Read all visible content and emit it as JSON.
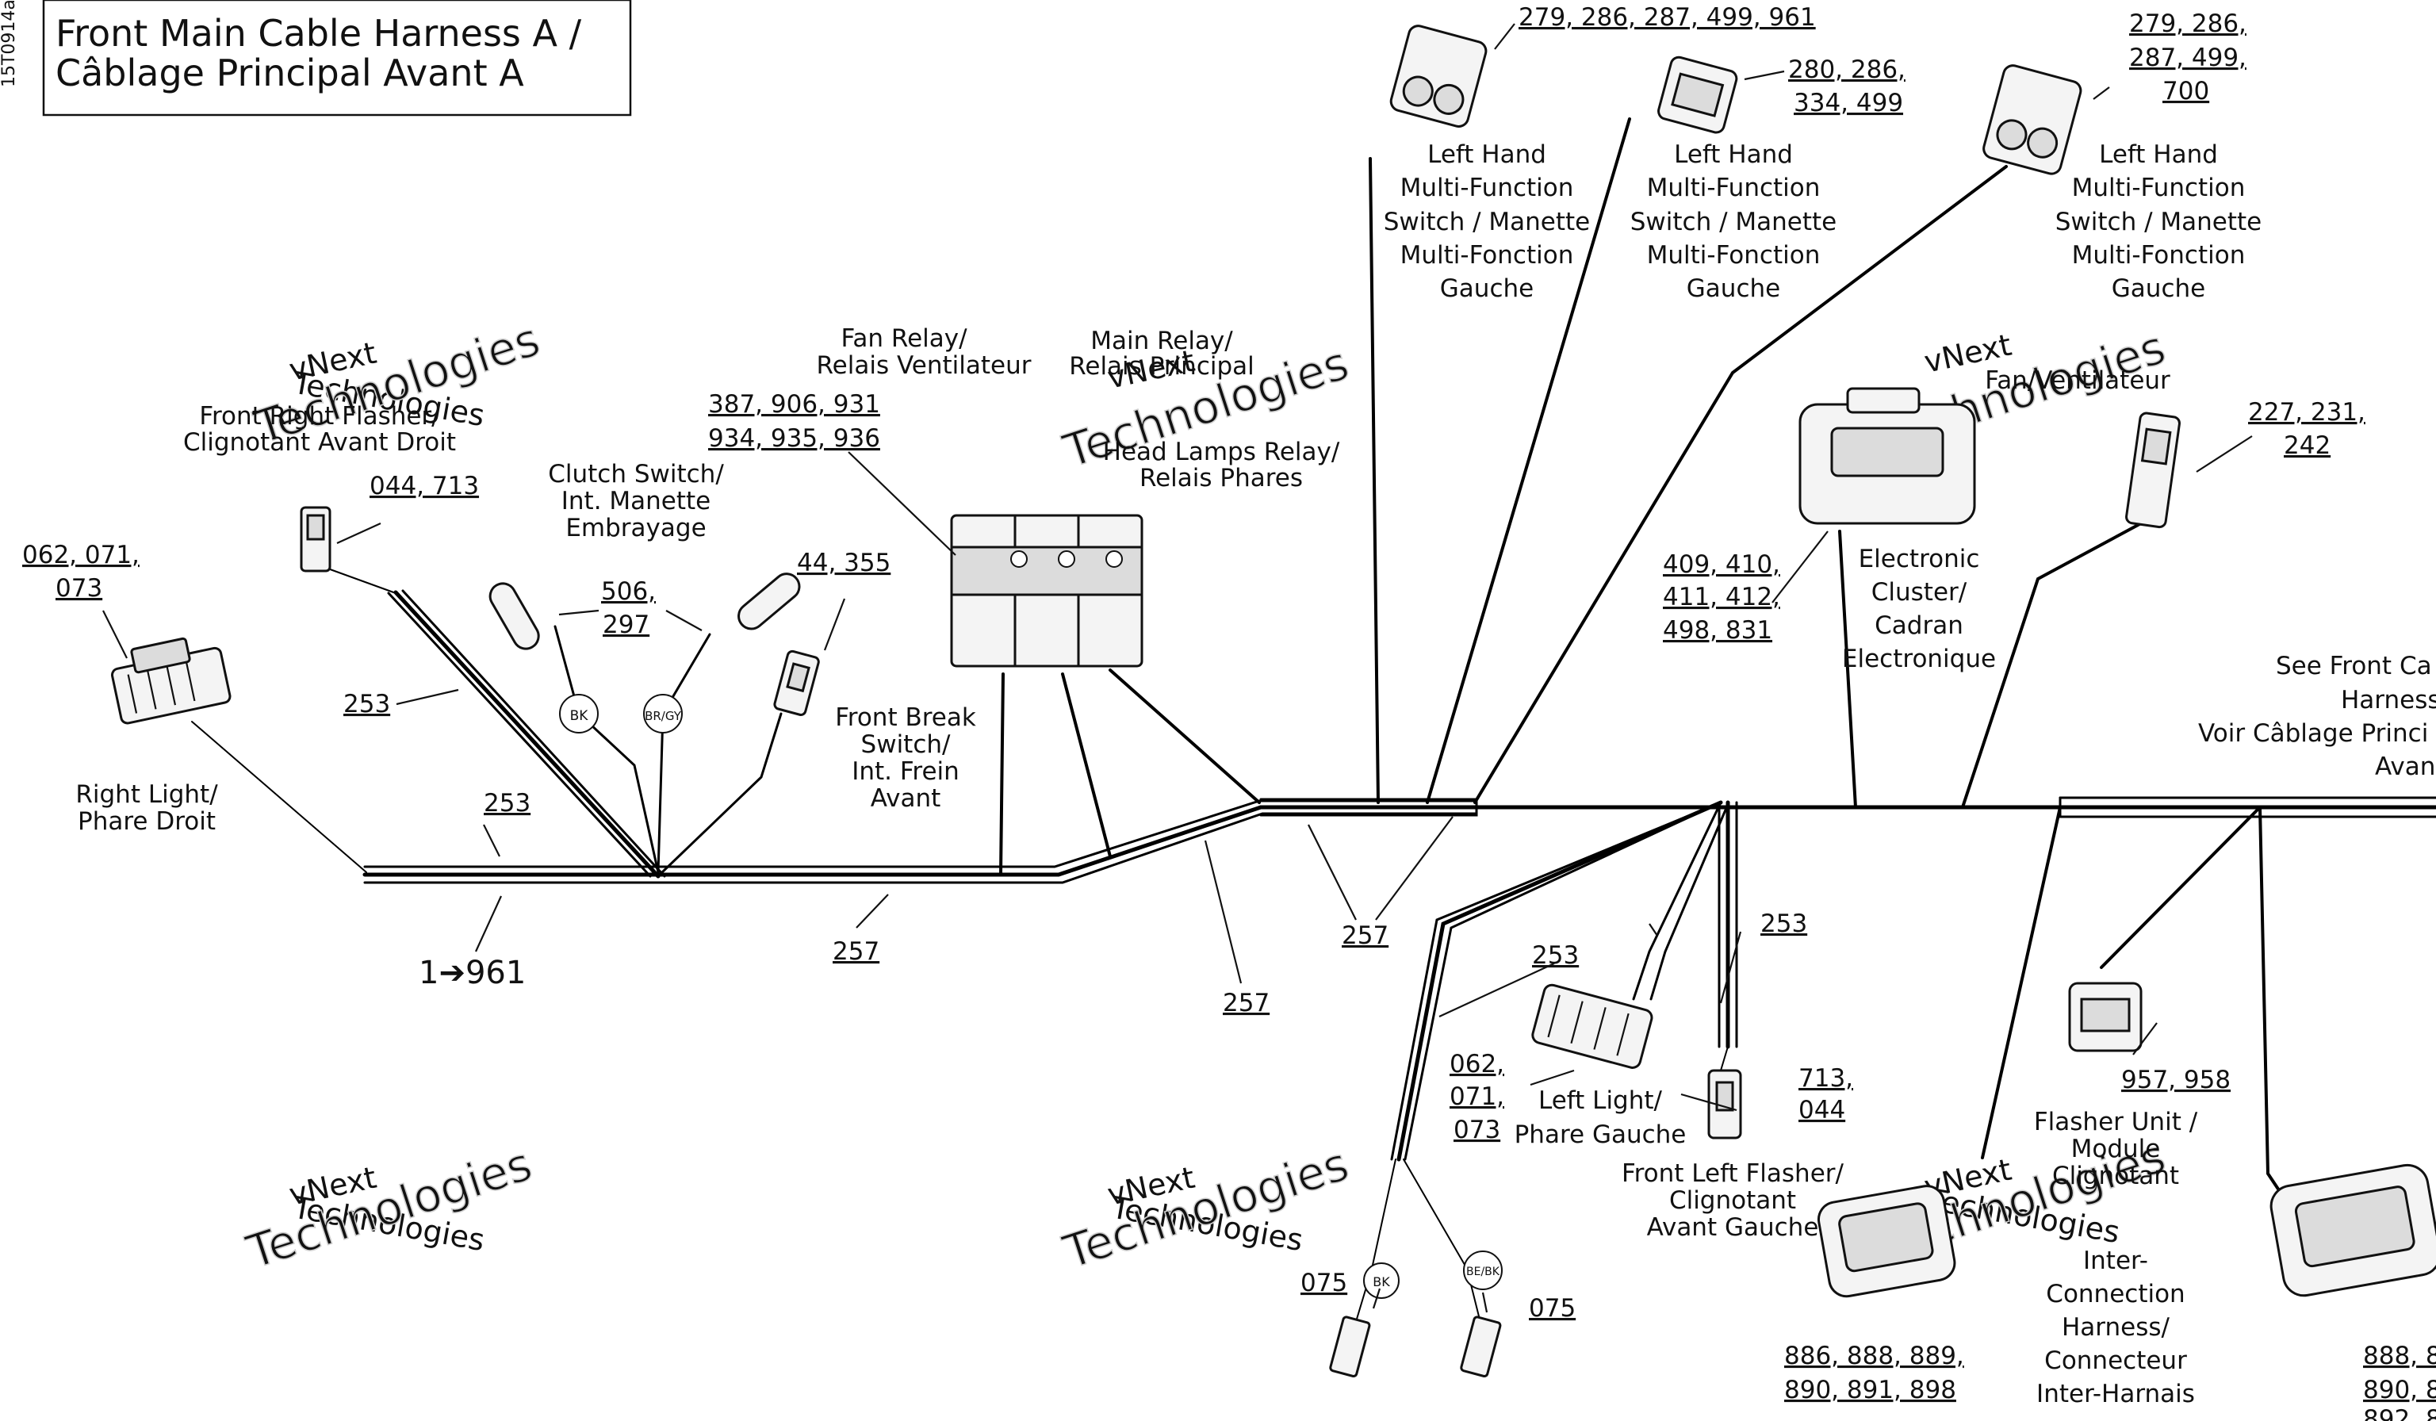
{
  "title": {
    "line1": "Front Main Cable Harness A /",
    "line2": "Câblage Principal Avant A"
  },
  "side_code": "15T0914a",
  "watermark": {
    "line1": "vNext",
    "line2": "Technologies"
  },
  "components": {
    "right_light": {
      "label": [
        "Right Light/",
        "Phare Droit"
      ],
      "refs": [
        "062, 071,",
        "073"
      ]
    },
    "front_right_flasher": {
      "label": [
        "Front Right Flasher/",
        "Clignotant Avant Droit"
      ],
      "refs": [
        "044, 713"
      ]
    },
    "clutch_switch": {
      "label": [
        "Clutch Switch/",
        "Int. Manette",
        "Embrayage"
      ],
      "refs": [
        "506,",
        "297"
      ],
      "tags": [
        "BK",
        "BR/GY"
      ]
    },
    "front_break_switch": {
      "label": [
        "Front Break",
        "Switch/",
        "Int. Frein",
        "Avant"
      ],
      "refs": [
        "44, 355"
      ]
    },
    "fan_relay": {
      "label": [
        "Fan Relay/",
        "Relais Ventilateur"
      ],
      "refs": [
        "387, 906, 931",
        "934, 935, 936"
      ]
    },
    "main_relay": {
      "label": [
        "Main Relay/",
        "Relais Principal"
      ]
    },
    "head_lamps_relay": {
      "label": [
        "Head Lamps Relay/",
        "Relais Phares"
      ]
    },
    "lh_switch_1": {
      "label": [
        "Left Hand",
        "Multi-Function",
        "Switch / Manette",
        "Multi-Fonction",
        "Gauche"
      ],
      "refs": [
        "279, 286, 287, 499, 961"
      ]
    },
    "lh_switch_2": {
      "label": [
        "Left Hand",
        "Multi-Function",
        "Switch / Manette",
        "Multi-Fonction",
        "Gauche"
      ],
      "refs": [
        "280, 286,",
        "334, 499"
      ]
    },
    "lh_switch_3": {
      "label": [
        "Left Hand",
        "Multi-Function",
        "Switch / Manette",
        "Multi-Fonction",
        "Gauche"
      ],
      "refs": [
        "279, 286,",
        "287, 499,",
        "700"
      ]
    },
    "fan": {
      "label": [
        "Fan/Ventilateur"
      ],
      "refs": [
        "227, 231,",
        "242"
      ]
    },
    "electronic_cluster": {
      "label": [
        "Electronic",
        "Cluster/",
        "Cadran",
        "Electronique"
      ],
      "refs": [
        "409, 410,",
        "411, 412,",
        "498, 831"
      ]
    },
    "see_front": {
      "label": [
        "See Front Ca",
        "Harness",
        "Voir Câblage Princi",
        "Avan"
      ]
    },
    "left_light": {
      "label": [
        "Left Light/",
        "Phare Gauche"
      ],
      "refs": [
        "062,",
        "071,",
        "073"
      ]
    },
    "front_left_flasher": {
      "label": [
        "Front Left Flasher/",
        "Clignotant",
        "Avant Gauche"
      ],
      "refs": [
        "713,",
        "044"
      ]
    },
    "ground_left": {
      "refs": [
        "075"
      ],
      "tags": [
        "BK"
      ]
    },
    "ground_right": {
      "refs": [
        "075"
      ],
      "tags": [
        "BE/BK"
      ]
    },
    "flasher_unit": {
      "label": [
        "Flasher Unit /",
        "Module",
        "Clignotant"
      ],
      "refs": [
        "957, 958"
      ]
    },
    "inter_connection": {
      "label": [
        "Inter-",
        "Connection",
        "Harness/",
        "Connecteur",
        "Inter-Harnais"
      ],
      "refs_left": [
        "886, 888, 889,",
        "890, 891, 898"
      ],
      "refs_right": [
        "888, 8",
        "890, 8",
        "892, 8"
      ]
    }
  },
  "harness_refs": {
    "r253_a": "253",
    "r253_b": "253",
    "r253_c": "253",
    "r253_d": "253",
    "r257_a": "257",
    "r257_b": "257",
    "r257_c": "257",
    "wire_range": "1➔961"
  }
}
